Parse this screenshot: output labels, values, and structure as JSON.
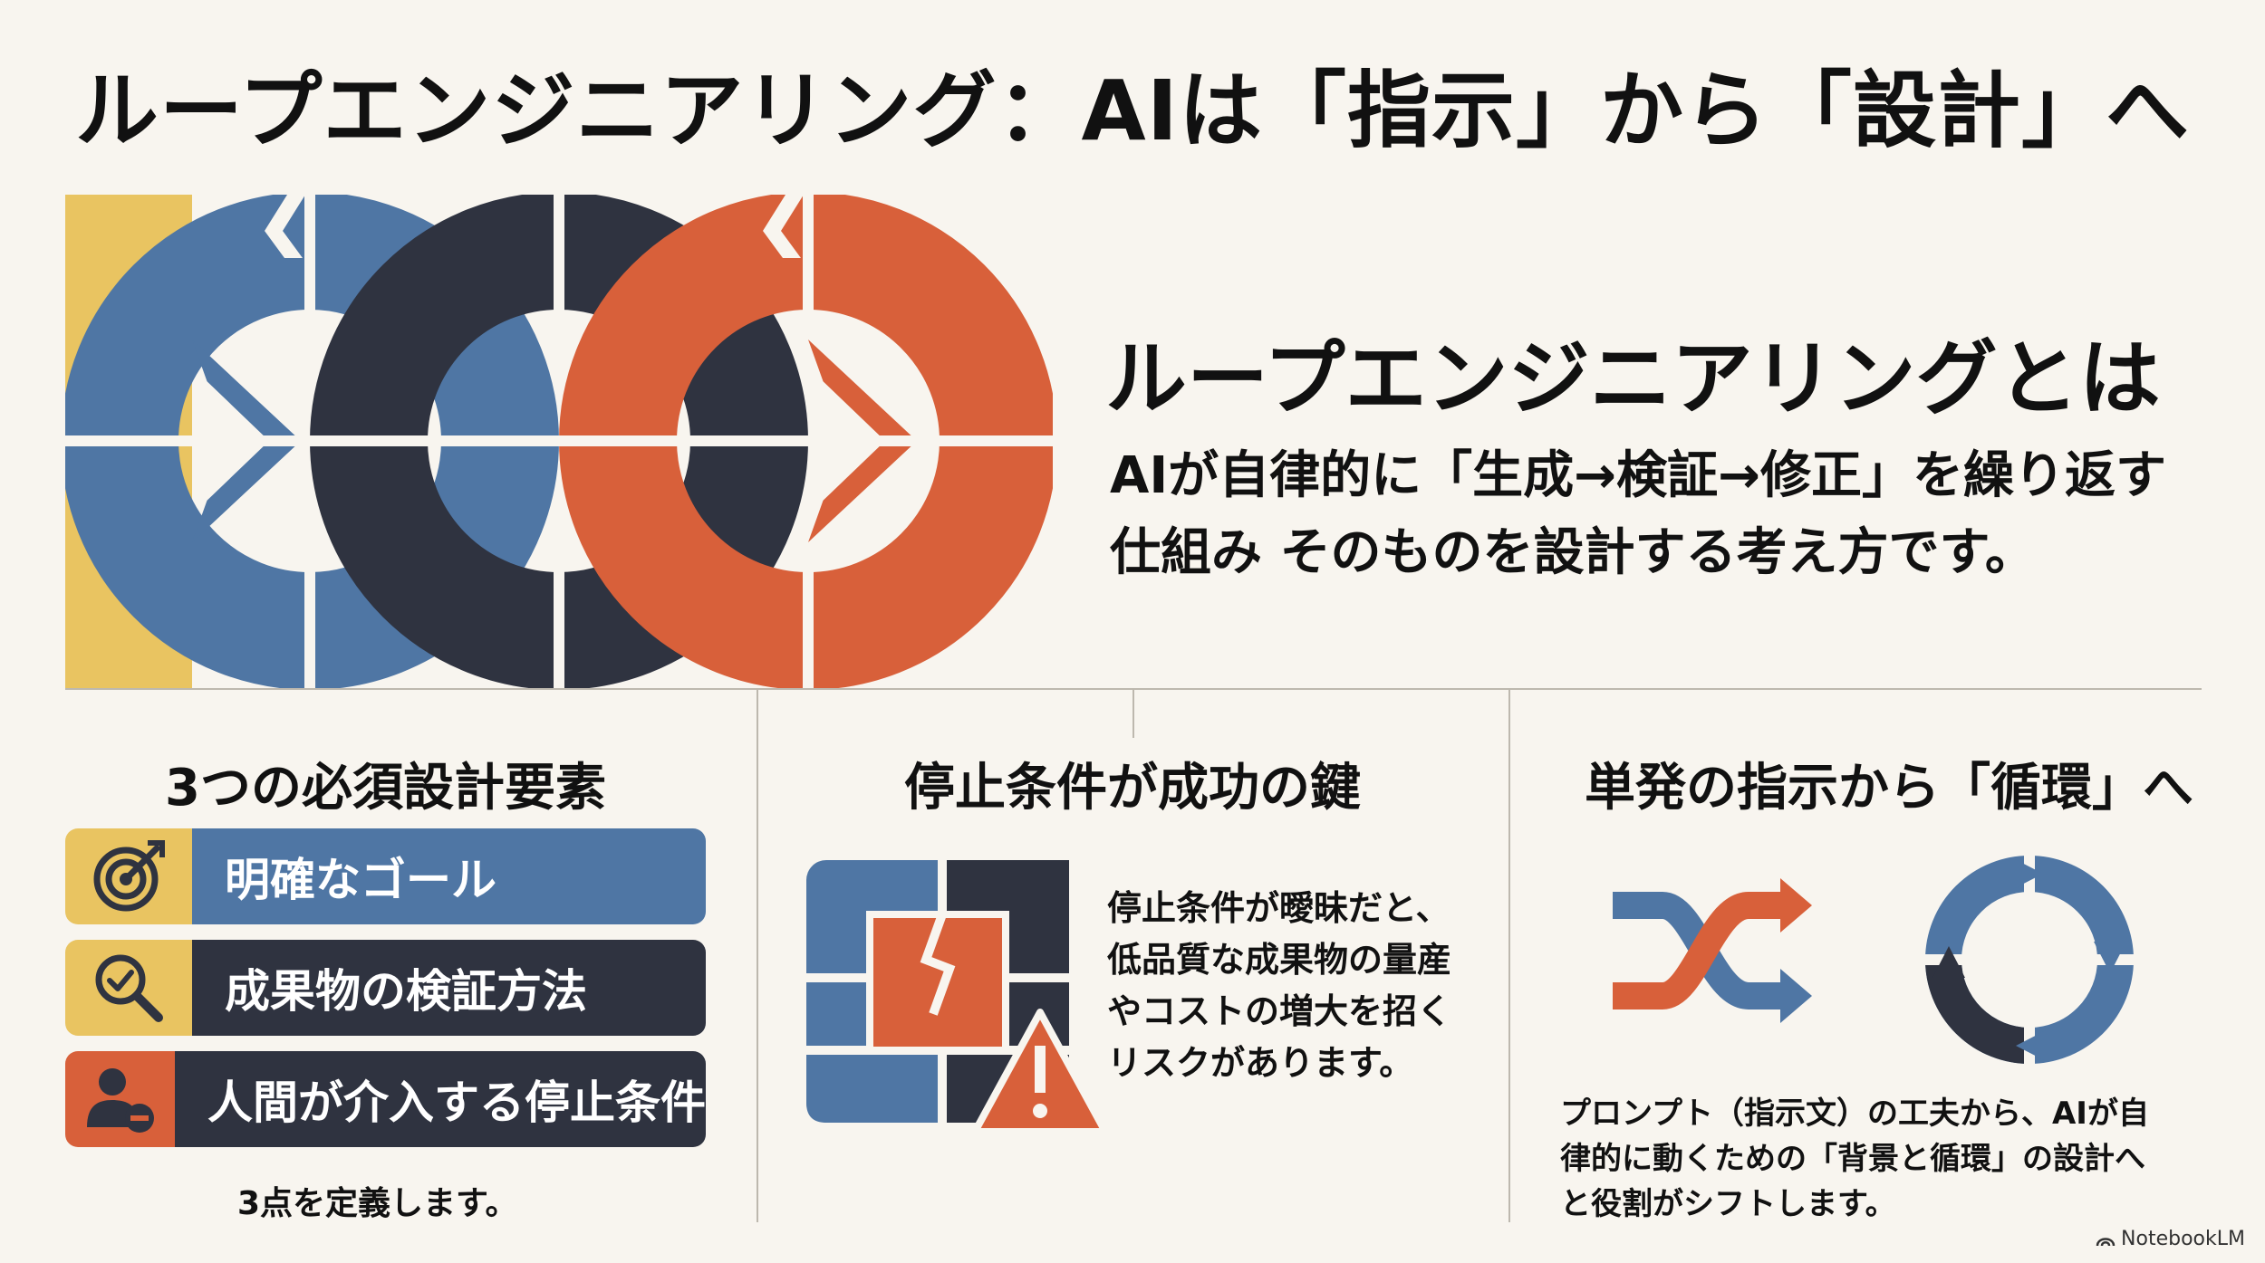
{
  "title": "ループエンジニアリング：AIは「指示」から「設計」へ",
  "definition": {
    "heading": "ループエンジニアリングとは",
    "line1": "AIが自律的に「生成→検証→修正」を繰り返す",
    "line2": "仕組み そのものを設計する考え方です。"
  },
  "sections": {
    "elements": {
      "title": "3つの必須設計要素",
      "items": [
        {
          "label": "明確なゴール",
          "icon": "target-icon"
        },
        {
          "label": "成果物の検証方法",
          "icon": "magnifier-check-icon"
        },
        {
          "label": "人間が介入する停止条件",
          "icon": "user-remove-icon"
        }
      ],
      "note": "3点を定義します。"
    },
    "stop": {
      "title": "停止条件が成功の鍵",
      "lines": [
        "停止条件が曖昧だと、",
        "低品質な成果物の量産",
        "やコストの増大を招く",
        "リスクがあります。"
      ]
    },
    "cycle": {
      "title": "単発の指示から「循環」へ",
      "lines": [
        "プロンプト（指示文）の工夫から、AIが自",
        "律的に動くための「背景と循環」の設計へ",
        "と役割がシフトします。"
      ]
    }
  },
  "brand": "NotebookLM",
  "colors": {
    "blue": "#4f76a4",
    "dark": "#2f3340",
    "orange": "#d8603a",
    "yellow": "#e9c461",
    "bg": "#f8f5ef"
  }
}
